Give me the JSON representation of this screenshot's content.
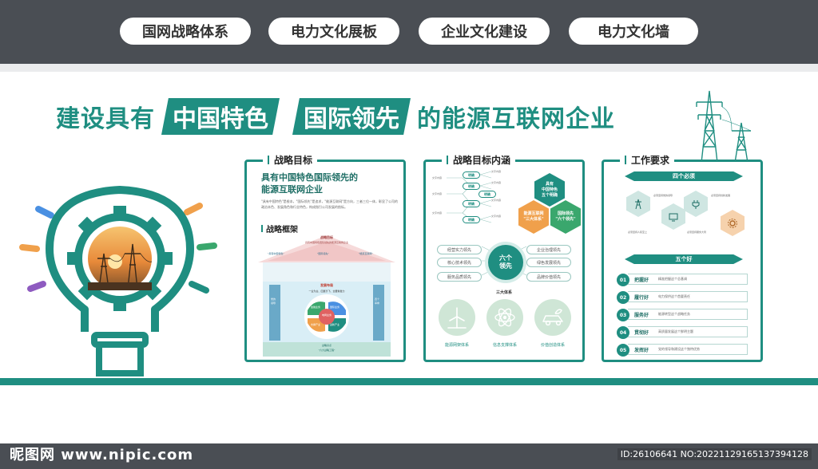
{
  "nav": {
    "items": [
      {
        "label": "国网战略体系"
      },
      {
        "label": "电力文化展板"
      },
      {
        "label": "企业文化建设"
      },
      {
        "label": "电力文化墙"
      }
    ]
  },
  "headline": {
    "prefix": "建设具有",
    "tag1": "中国特色",
    "tag2": "国际领先",
    "suffix": "的能源互联网企业"
  },
  "panel1": {
    "title": "战略目标",
    "heading_line1": "具有中国特色国际领先的",
    "heading_line2": "能源互联网企业",
    "body": "\"具有中国特色\"是根本，\"国际领先\"是追求，\"能源互联网\"是方向，三者三位一体，彰显了公司的政治本色、发展角色和行业特色，构成指引公司发展的航标。",
    "sub_title": "战略框架",
    "house_roof_title": "战略目标",
    "house_roof_sub": "具有中国特色国际领先的能源互联网企业",
    "house_col1": "\"具有中国特色\"",
    "house_col2": "\"国际领先\"",
    "house_col3": "\"能源互联网\"",
    "house_mid_title": "发展布局",
    "house_mid_sub": "一业为主、四翼齐飞、全要素发力",
    "house_left_pillar": "党的领导",
    "house_right_pillar": "四个革命",
    "house_base_title": "战略基点",
    "house_base_sub": "\"六大战略工程\"",
    "wheel_center": "电网业务",
    "wheel_1": "金融业务",
    "wheel_2": "国际业务",
    "wheel_3": "支撑产业",
    "wheel_4": "战新产业"
  },
  "panel2": {
    "title": "战略目标内涵",
    "tree_nodes": [
      "明确",
      "明确",
      "明确",
      "明确",
      "明确"
    ],
    "tree_leaf": "文字内容",
    "hex_top": "具有\n中国特色\n五个明确",
    "hex_left": "能源互联网\n\"三大体系\"",
    "hex_right": "国际领先\n\"六个领先\"",
    "leaders_left": [
      "经营实力领先",
      "核心技术领先",
      "服务品质领先"
    ],
    "leaders_right": [
      "企业治理领先",
      "绿色发展领先",
      "品牌价值领先"
    ],
    "center": "六个\n领先",
    "systems_label": "三大体系",
    "systems": [
      {
        "label": "能源网架体系",
        "icon": "wind-turbine-icon"
      },
      {
        "label": "信息支撑体系",
        "icon": "atom-icon"
      },
      {
        "label": "价值创造体系",
        "icon": "electric-car-icon"
      }
    ]
  },
  "panel3": {
    "title": "工作要求",
    "must_title": "四个必须",
    "musts": [
      {
        "text": "必须坚持党的领导"
      },
      {
        "text": "必须坚持创新发展"
      },
      {
        "text": "必须坚持人民至上"
      },
      {
        "text": "必须坚持服务大局"
      }
    ],
    "good_title": "五个好",
    "goods": [
      {
        "num": "01",
        "name": "把握好",
        "desc": "精准把握这个总基调"
      },
      {
        "num": "02",
        "name": "履行好",
        "desc": "电力保供这个首要责任"
      },
      {
        "num": "03",
        "name": "服务好",
        "desc": "能源转型这个战略任务"
      },
      {
        "num": "04",
        "name": "贯彻好",
        "desc": "高质量发展这个鲜明主题"
      },
      {
        "num": "05",
        "name": "发挥好",
        "desc": "党的领导和建设这个独特优势"
      }
    ]
  },
  "watermark": {
    "left": "昵图网 www.nipic.com",
    "right": "ID:26106641 NO:20221129165137394128"
  },
  "colors": {
    "brand": "#1f8e81",
    "dark": "#4a4e54",
    "orange": "#f0a04b",
    "green": "#3aa76d"
  }
}
